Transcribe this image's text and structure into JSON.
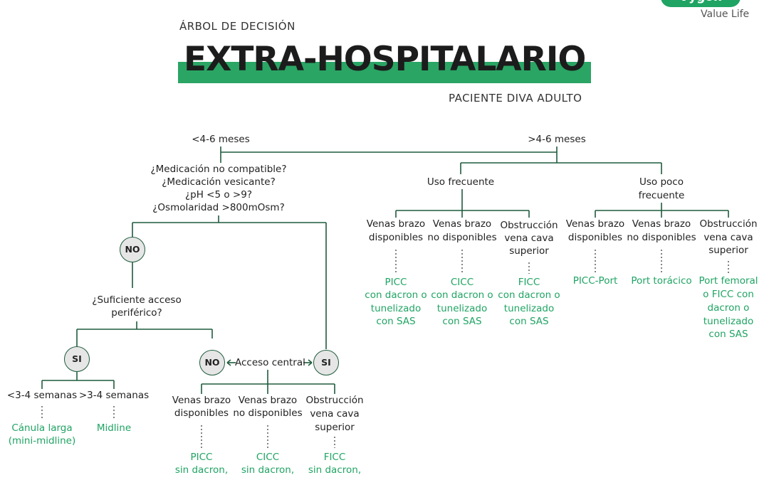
{
  "header": {
    "subtitle": "ÁRBOL DE DECISIÓN",
    "title": "EXTRA-HOSPITALARIO",
    "patient": "PACIENTE DIVA ADULTO",
    "logo_text": "Vygon",
    "tagline": "Value Life"
  },
  "tree": {
    "lt_months": "<4-6 meses",
    "gt_months": ">4-6 meses",
    "medication_questions": [
      "¿Medicación no compatible?",
      "¿Medicación vesicante?",
      "¿pH <5 o >9?",
      "¿Osmolaridad >800mOsm?"
    ],
    "no_top": "NO",
    "peripheral_question": [
      "¿Suficiente acceso",
      "periférico?"
    ],
    "si_left": "SI",
    "weeks_lt": "<3-4 semanas",
    "weeks_gt": ">3-4 semanas",
    "result_canula": [
      "Cánula larga",
      "(mini-midline)"
    ],
    "result_midline": "Midline",
    "no_mid": "NO",
    "central_access": "Acceso central",
    "si_right": "SI",
    "short_term": {
      "veins_available": [
        "Venas brazo",
        "disponibles"
      ],
      "veins_unavailable": [
        "Venas brazo",
        "no disponibles"
      ],
      "obstruction": [
        "Obstrucción",
        "vena cava",
        "superior"
      ],
      "result_picc": [
        "PICC",
        "sin dacron,"
      ],
      "result_cicc": [
        "CICC",
        "sin dacron,"
      ],
      "result_ficc": [
        "FICC",
        "sin dacron,"
      ]
    },
    "frequent_use": "Uso frecuente",
    "infrequent_use": [
      "Uso poco",
      "frecuente"
    ],
    "frequent": {
      "veins_available": [
        "Venas brazo",
        "disponibles"
      ],
      "veins_unavailable": [
        "Venas brazo",
        "no disponibles"
      ],
      "obstruction": [
        "Obstrucción",
        "vena cava",
        "superior"
      ],
      "result_picc": [
        "PICC",
        "con dacron o",
        "tunelizado",
        "con SAS"
      ],
      "result_cicc": [
        "CICC",
        "con dacron o",
        "tunelizado",
        "con SAS"
      ],
      "result_ficc": [
        "FICC",
        "con dacron o",
        "tunelizado",
        "con SAS"
      ]
    },
    "infrequent": {
      "veins_available": [
        "Venas brazo",
        "disponibles"
      ],
      "veins_unavailable": [
        "Venas brazo",
        "no disponibles"
      ],
      "obstruction": [
        "Obstrucción",
        "vena cava",
        "superior"
      ],
      "result_port": "PICC-Port",
      "result_thoracic": "Port torácico",
      "result_femoral": [
        "Port femoral",
        "o FICC con",
        "dacron o",
        "tunelizado",
        "con SAS"
      ]
    }
  }
}
